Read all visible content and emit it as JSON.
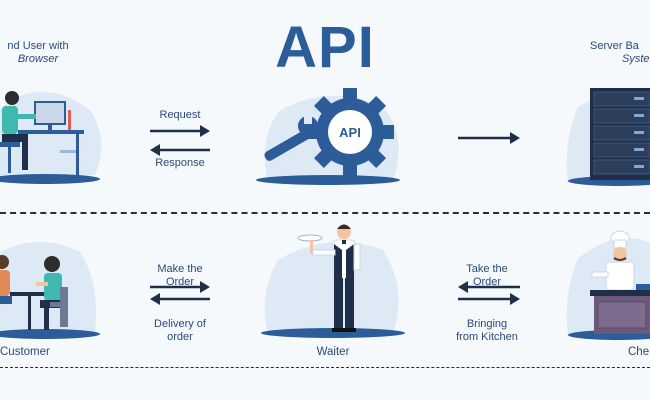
{
  "title": "API",
  "top_row": {
    "left_caption_line1": "nd User with",
    "left_caption_line2": "Browser",
    "right_caption_line1": "Server Ba",
    "right_caption_line2": "Syste",
    "request_label": "Request",
    "response_label": "Response",
    "gear_label": "API"
  },
  "bottom_row": {
    "customer_label": "Customer",
    "waiter_label": "Waiter",
    "chef_label": "Che",
    "make_order_line1": "Make the",
    "make_order_line2": "Order",
    "delivery_line1": "Delivery of",
    "delivery_line2": "order",
    "take_order_line1": "Take the",
    "take_order_line2": "Order",
    "bringing_line1": "Bringing",
    "bringing_line2": "from Kitchen"
  },
  "colors": {
    "primary": "#2d5d99",
    "navy": "#1f2f4a",
    "blob": "#dde9f5",
    "background": "#f6f9fc"
  }
}
